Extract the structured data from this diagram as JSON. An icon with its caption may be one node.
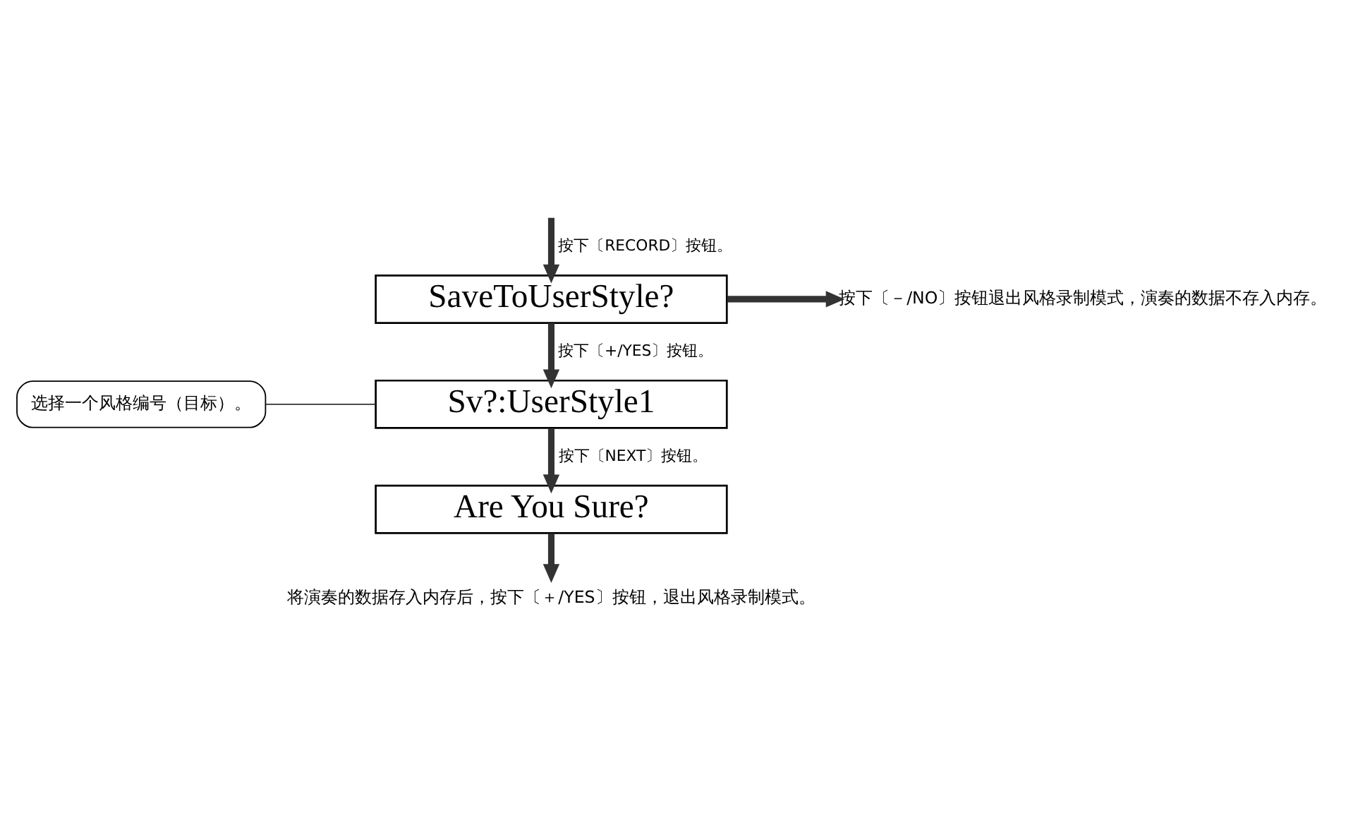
{
  "diagram": {
    "nodes": [
      {
        "text": [
          "SaveToUserStyle?"
        ]
      },
      {
        "text": [
          "按下〔－/NO〕按钮退出风格录制模式，演奏的数据不存入内存。"
        ]
      },
      {
        "text": [
          "Sv?:UserStyle1"
        ]
      },
      {
        "text": [
          "选择一个风格编号（目标）。"
        ]
      },
      {
        "text": [
          "Are You Sure?"
        ]
      },
      {
        "text": [
          "将演奏的数据存入内存后，按下〔＋/YES〕按钮，退出风格录制模式。"
        ]
      }
    ],
    "edges": [
      {
        "from": null,
        "to": 0,
        "arrow": "to",
        "label": "按下〔RECORD〕按钮。"
      },
      {
        "from": 0,
        "to": 1,
        "arrow": "to"
      },
      {
        "from": 0,
        "to": 2,
        "arrow": "to",
        "label": "按下〔+/YES〕按钮。"
      },
      {
        "from": 3,
        "to": 2,
        "arrow": "none"
      },
      {
        "from": 2,
        "to": 4,
        "arrow": "to",
        "label": "按下〔NEXT〕按钮。"
      },
      {
        "from": 4,
        "to": 5,
        "arrow": "to"
      }
    ]
  }
}
